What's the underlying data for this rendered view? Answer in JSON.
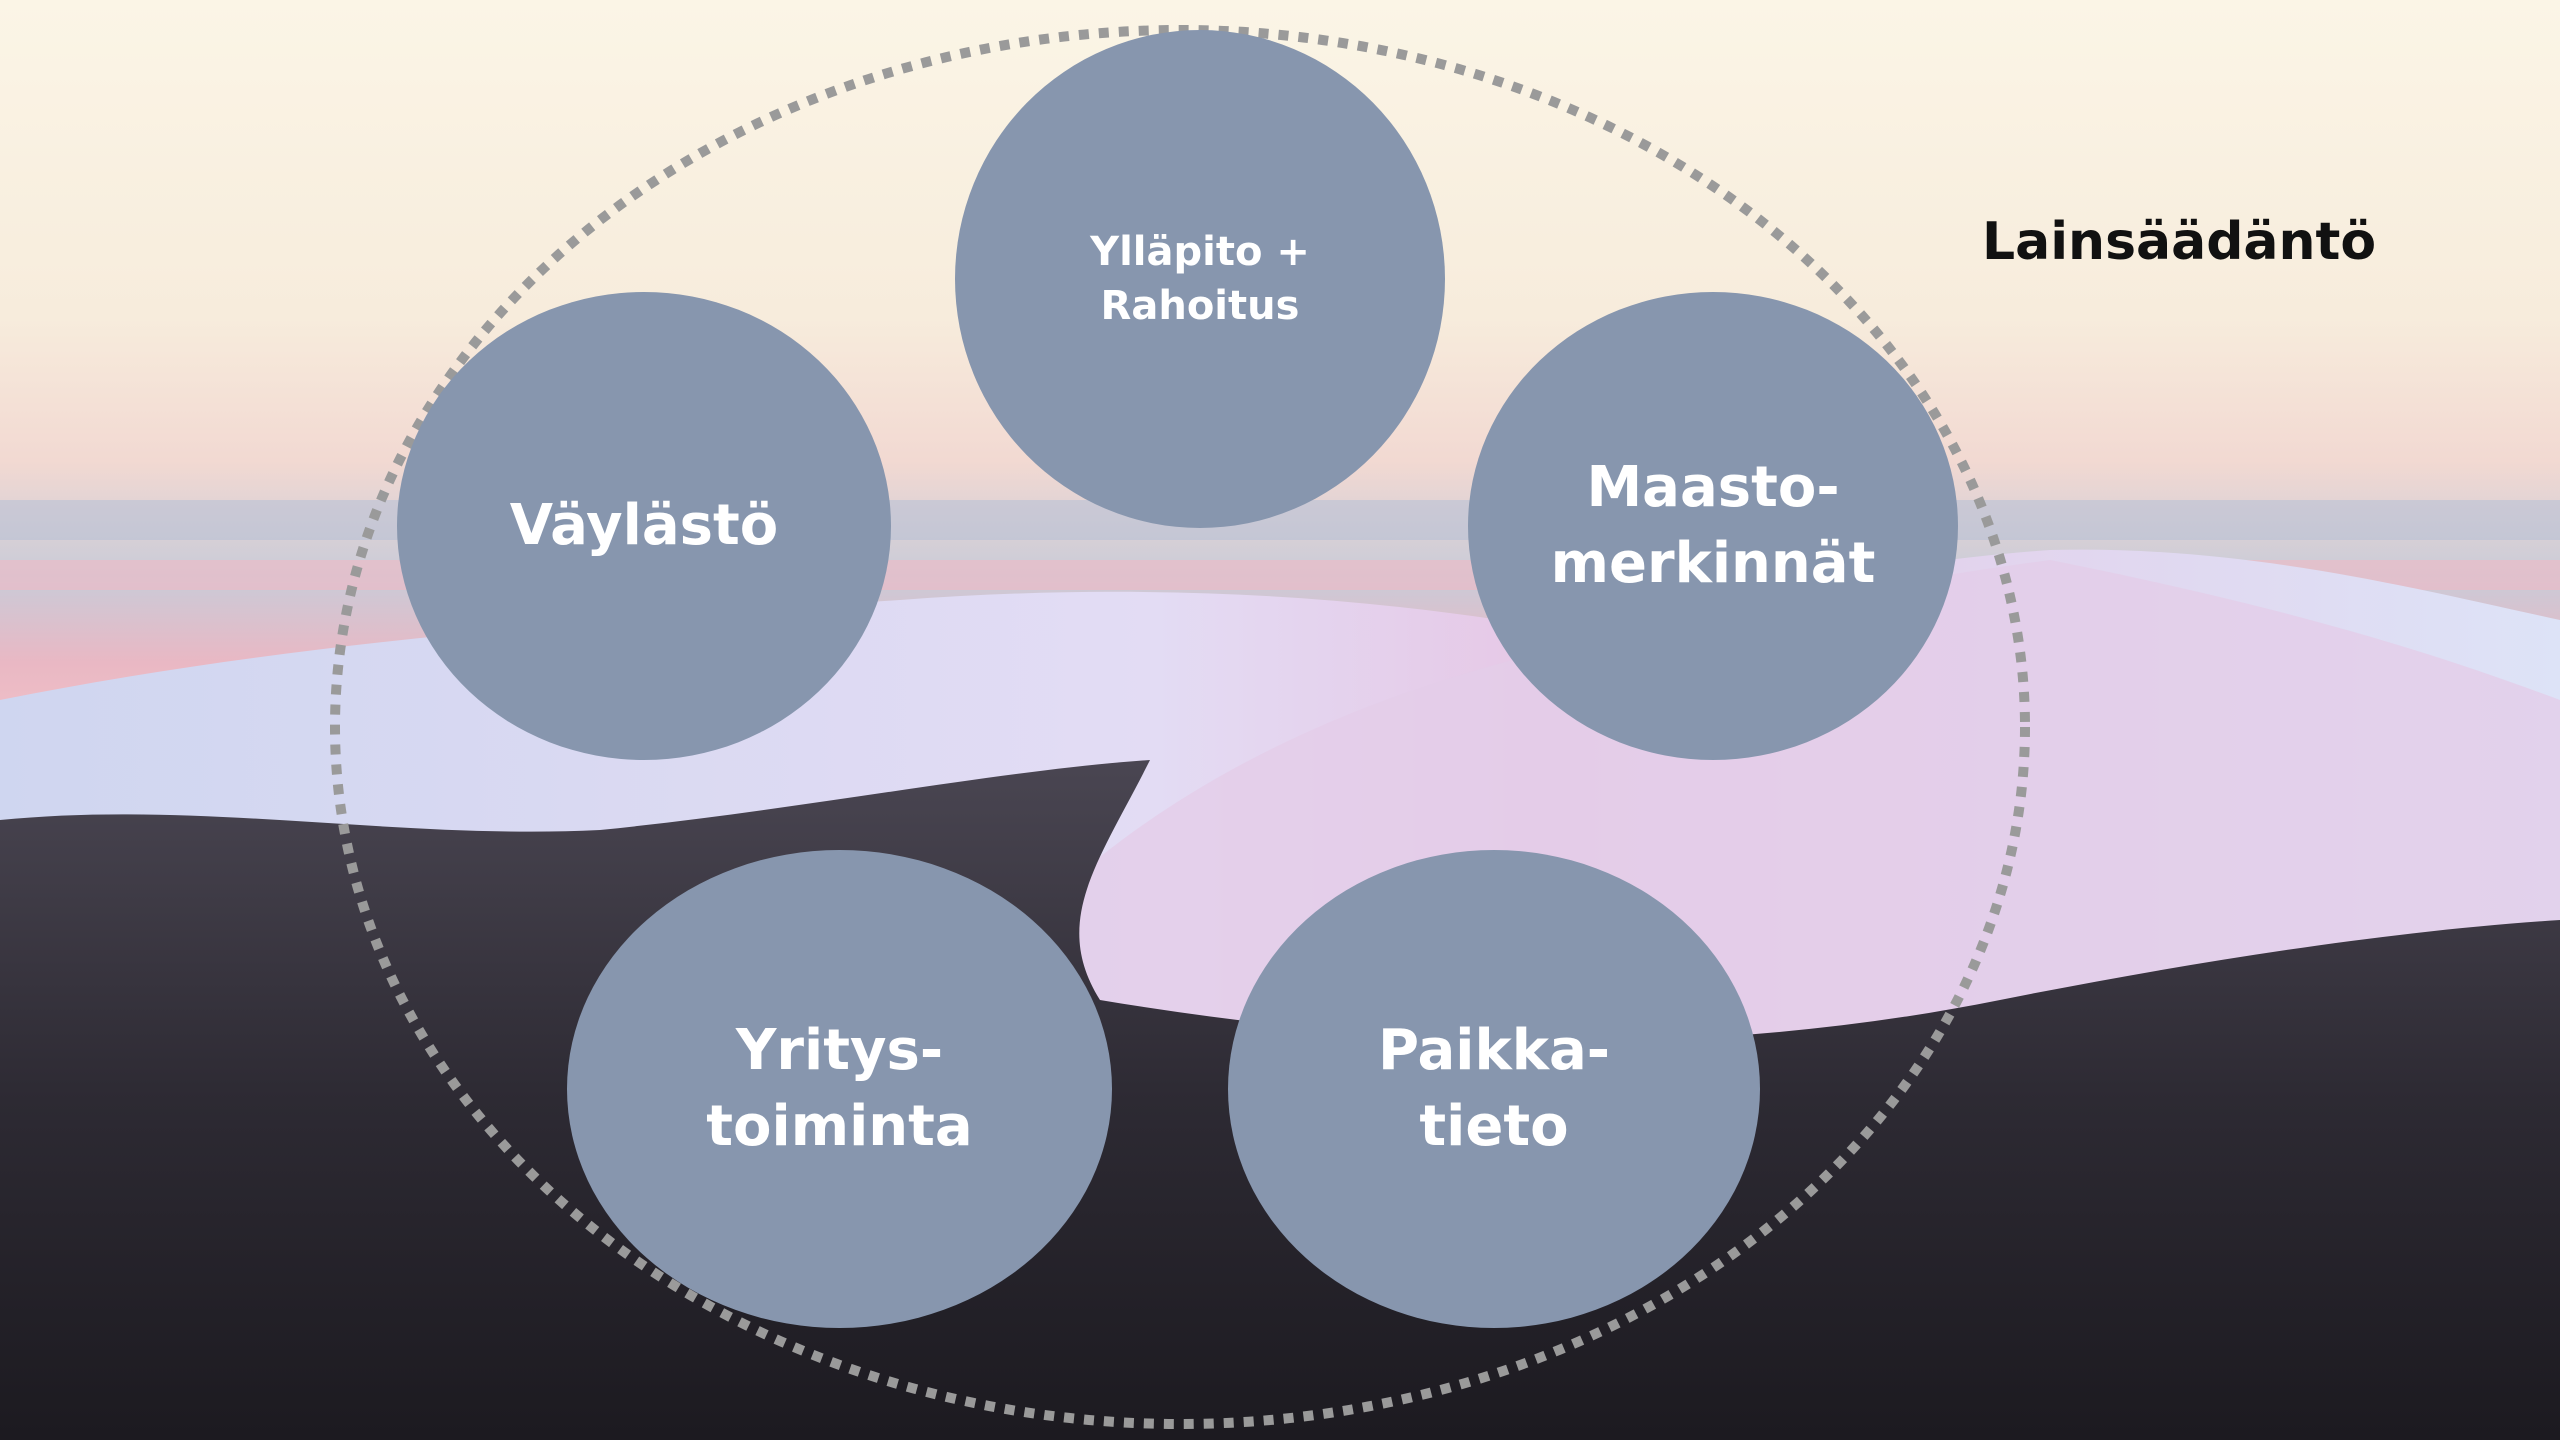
{
  "colors": {
    "circle_fill": "#8796ae",
    "dotted_ring": "#9a9a9a",
    "label_text": "#111111"
  },
  "diagram": {
    "outer_label": "Lainsäädäntö",
    "nodes": [
      {
        "id": "yllapito",
        "label": "Ylläpito +\nRahoitus"
      },
      {
        "id": "vaylasto",
        "label": "Väylästö"
      },
      {
        "id": "maasto",
        "label": "Maasto-\nmerkinnät"
      },
      {
        "id": "yritys",
        "label": "Yritys-\ntoiminta"
      },
      {
        "id": "paikka",
        "label": "Paikka-\ntieto"
      }
    ]
  }
}
